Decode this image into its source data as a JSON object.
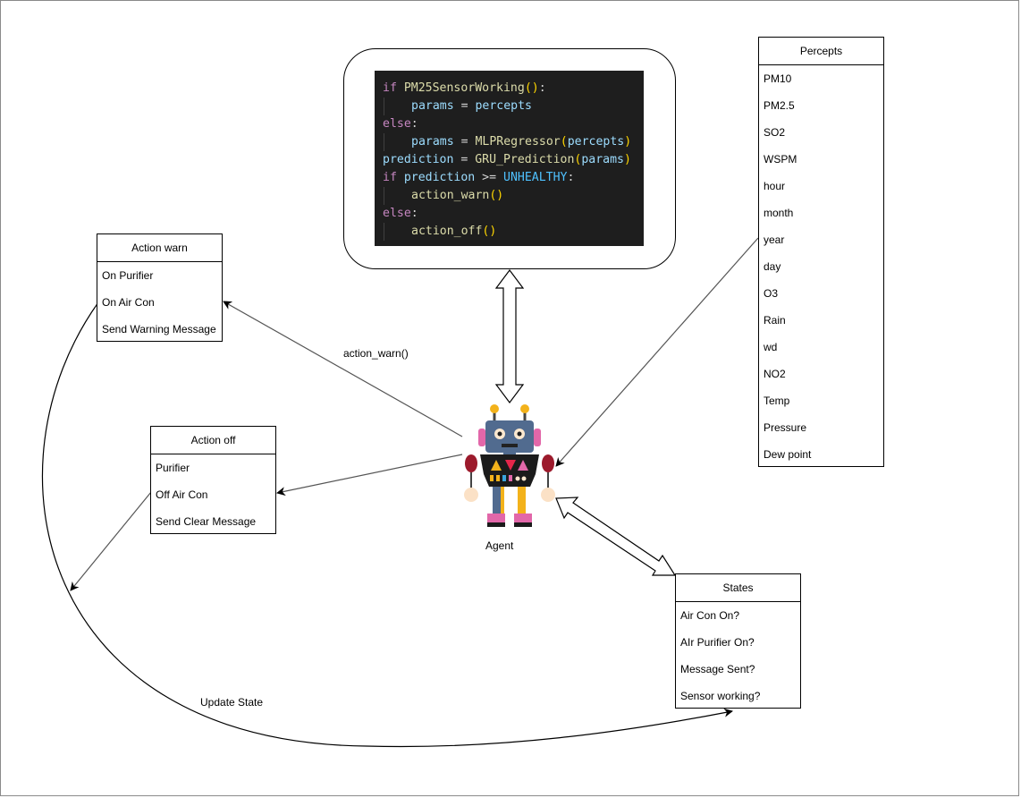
{
  "code": {
    "lines": [
      {
        "indent": false,
        "tokens": [
          {
            "t": "if ",
            "c": "kw"
          },
          {
            "t": "PM25SensorWorking",
            "c": "fn"
          },
          {
            "t": "()",
            "c": "par"
          },
          {
            "t": ":",
            "c": "op"
          }
        ]
      },
      {
        "indent": true,
        "tokens": [
          {
            "t": "params",
            "c": "var"
          },
          {
            "t": " = ",
            "c": "op"
          },
          {
            "t": "percepts",
            "c": "var"
          }
        ]
      },
      {
        "indent": false,
        "tokens": [
          {
            "t": "else",
            "c": "kw"
          },
          {
            "t": ":",
            "c": "op"
          }
        ]
      },
      {
        "indent": true,
        "tokens": [
          {
            "t": "params",
            "c": "var"
          },
          {
            "t": " = ",
            "c": "op"
          },
          {
            "t": "MLPRegressor",
            "c": "fn"
          },
          {
            "t": "(",
            "c": "par"
          },
          {
            "t": "percepts",
            "c": "var"
          },
          {
            "t": ")",
            "c": "par"
          }
        ]
      },
      {
        "indent": false,
        "tokens": [
          {
            "t": "prediction",
            "c": "var"
          },
          {
            "t": " = ",
            "c": "op"
          },
          {
            "t": "GRU_Prediction",
            "c": "fn"
          },
          {
            "t": "(",
            "c": "par"
          },
          {
            "t": "params",
            "c": "var"
          },
          {
            "t": ")",
            "c": "par"
          }
        ]
      },
      {
        "indent": false,
        "tokens": [
          {
            "t": "if ",
            "c": "kw"
          },
          {
            "t": "prediction",
            "c": "var"
          },
          {
            "t": " >= ",
            "c": "op"
          },
          {
            "t": "UNHEALTHY",
            "c": "const"
          },
          {
            "t": ":",
            "c": "op"
          }
        ]
      },
      {
        "indent": true,
        "tokens": [
          {
            "t": "action_warn",
            "c": "fn"
          },
          {
            "t": "()",
            "c": "par"
          }
        ]
      },
      {
        "indent": false,
        "tokens": [
          {
            "t": "else",
            "c": "kw"
          },
          {
            "t": ":",
            "c": "op"
          }
        ]
      },
      {
        "indent": true,
        "tokens": [
          {
            "t": "action_off",
            "c": "fn"
          },
          {
            "t": "()",
            "c": "par"
          }
        ]
      }
    ]
  },
  "action_warn": {
    "title": "Action warn",
    "items": [
      "On Purifier",
      "On Air Con",
      "Send Warning Message"
    ]
  },
  "action_off": {
    "title": "Action off",
    "items": [
      "Purifier",
      "Off Air Con",
      "Send Clear Message"
    ]
  },
  "percepts": {
    "title": "Percepts",
    "items": [
      "PM10",
      "PM2.5",
      "SO2",
      "WSPM",
      "hour",
      "month",
      "year",
      "day",
      "O3",
      "Rain",
      "wd",
      "NO2",
      "Temp",
      "Pressure",
      "Dew point"
    ]
  },
  "states": {
    "title": "States",
    "items": [
      "Air Con On?",
      "AIr Purifier On?",
      "Message Sent?",
      "Sensor working?"
    ]
  },
  "agent": {
    "label": "Agent",
    "icon": "robot-icon"
  },
  "edges": {
    "action_warn_label": "action_warn()",
    "update_state_label": "Update State"
  }
}
